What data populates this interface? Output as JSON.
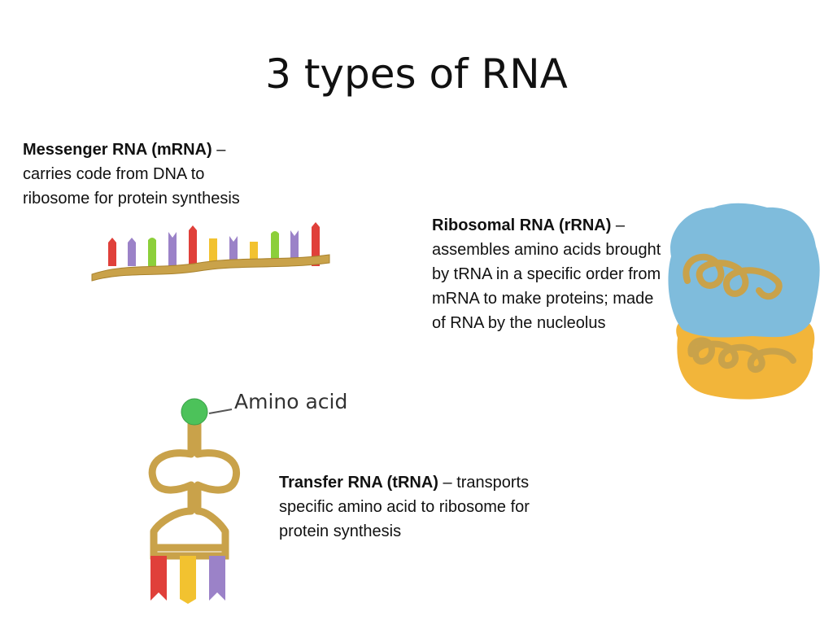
{
  "slide": {
    "title": "3 types of RNA"
  },
  "mrna": {
    "name": "Messenger RNA (mRNA)",
    "dash": " –",
    "description": "carries code from DNA to ribosome for protein synthesis"
  },
  "rrna": {
    "name": "Ribosomal RNA (rRNA)",
    "dash": " –",
    "description": "assembles amino acids brought by tRNA in a specific order from mRNA to make proteins; made of RNA by the nucleolus"
  },
  "trna": {
    "name": "Transfer RNA (tRNA)",
    "dash": " –",
    "description": "transports specific amino acid to ribosome for protein synthesis",
    "amino_acid_label": "Amino acid"
  },
  "colors": {
    "backbone": "#c9a24a",
    "base_red": "#e0403a",
    "base_purple": "#9b82c8",
    "base_green": "#8ccf3a",
    "base_yellow": "#f2c230",
    "ribosome_blue": "#7fbcdc",
    "ribosome_gold": "#f2b53a",
    "amino_acid_green": "#4cc25a"
  }
}
